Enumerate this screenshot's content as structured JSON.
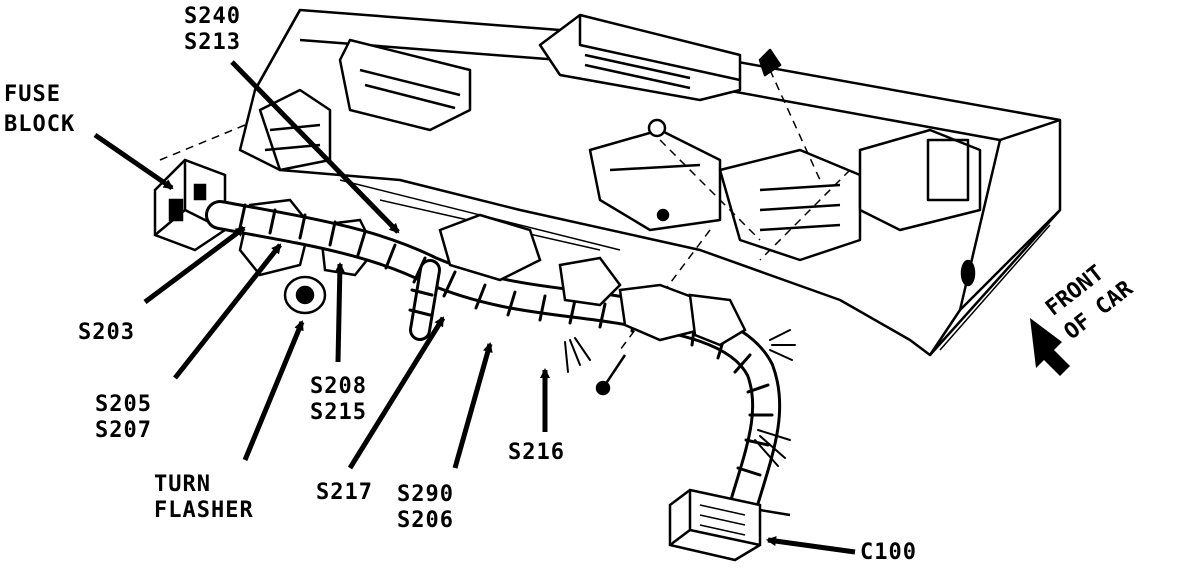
{
  "labels": {
    "s240": "S240",
    "s213": "S213",
    "fuse_block_line1": "FUSE",
    "fuse_block_line2": "BLOCK",
    "s203": "S203",
    "s205": "S205",
    "s207": "S207",
    "turn_flasher_line1": "TURN",
    "turn_flasher_line2": "FLASHER",
    "s208": "S208",
    "s215": "S215",
    "s217": "S217",
    "s290": "S290",
    "s206": "S206",
    "s216": "S216",
    "c100": "C100",
    "front_of_car_line1": "FRONT",
    "front_of_car_line2": "OF CAR"
  },
  "colors": {
    "ink": "#000000",
    "paper": "#ffffff"
  }
}
